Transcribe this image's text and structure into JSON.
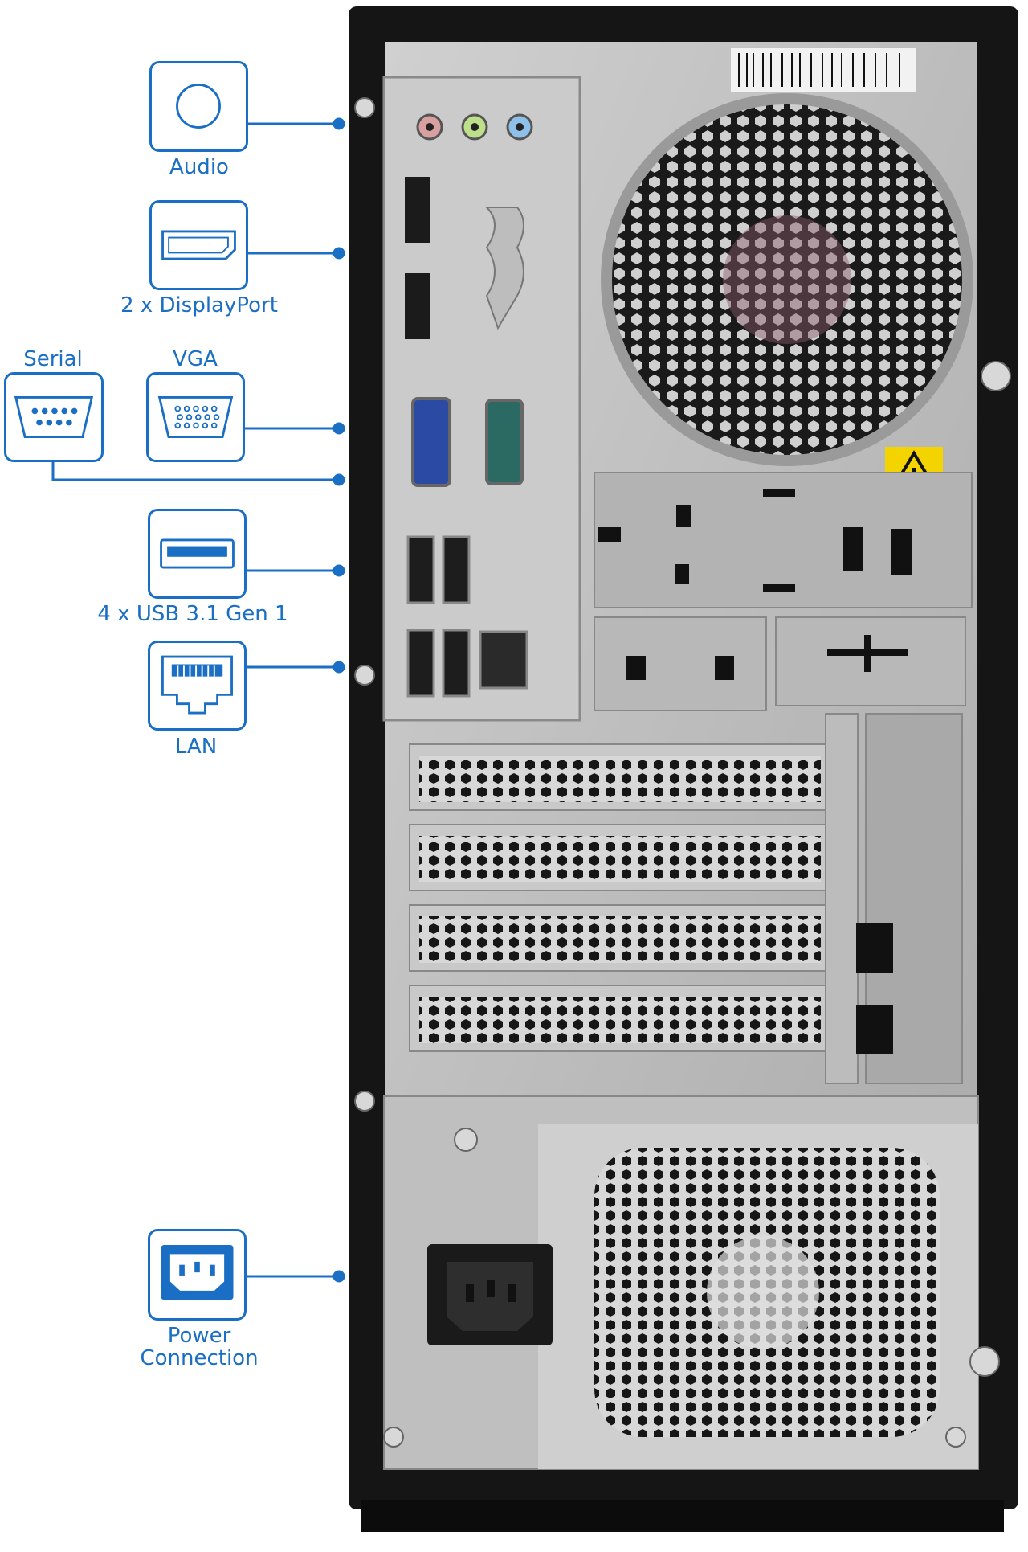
{
  "labels": {
    "audio": "Audio",
    "displayport": "2 x DisplayPort",
    "serial": "Serial",
    "vga": "VGA",
    "usb": "4 x USB 3.1 Gen 1",
    "lan": "LAN",
    "power_line1": "Power",
    "power_line2": "Connection"
  },
  "colors": {
    "accent": "#1a6fc4",
    "case_black": "#151515",
    "panel_silver": "#b9b9b9"
  },
  "icons": [
    "audio-jack-icon",
    "displayport-icon",
    "serial-port-icon",
    "vga-port-icon",
    "usb-port-icon",
    "ethernet-port-icon",
    "power-socket-icon"
  ]
}
